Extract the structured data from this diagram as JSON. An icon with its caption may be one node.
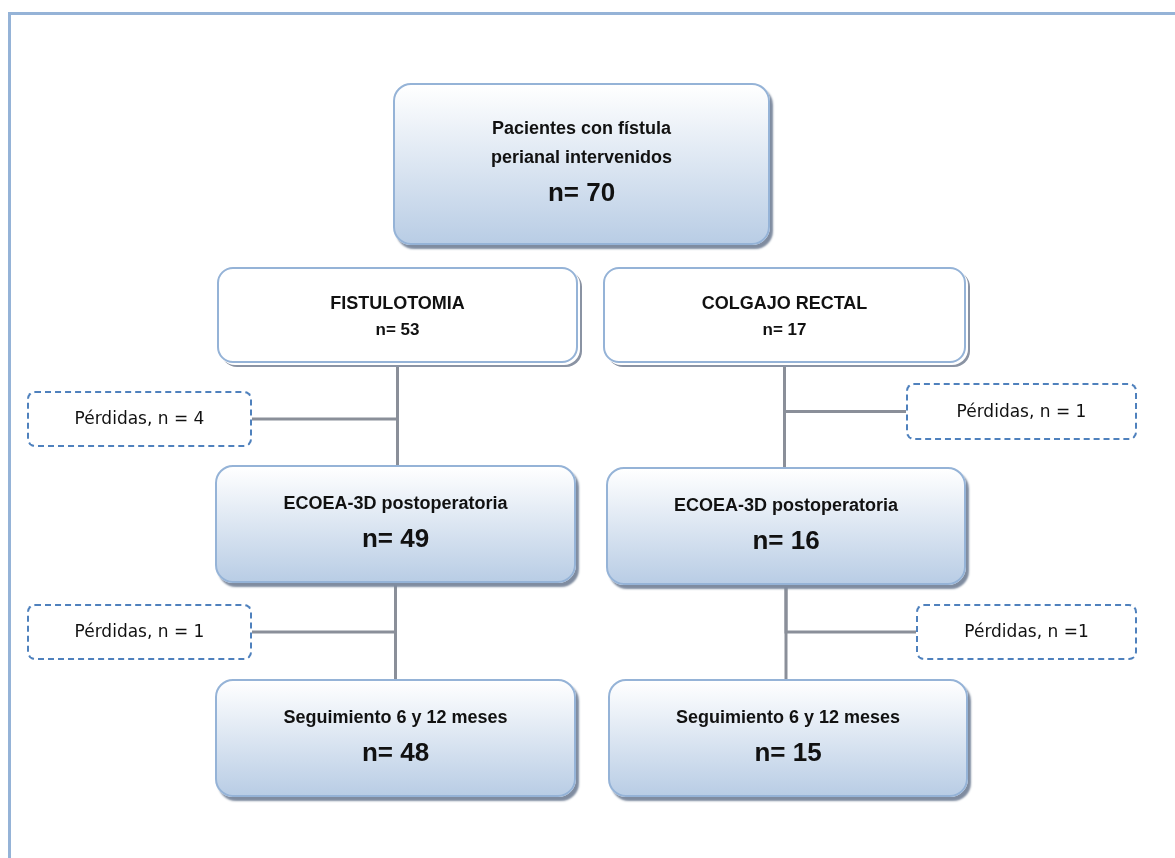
{
  "diagram": {
    "nodes": [
      {
        "text": [
          "Pacientes con fístula perianal intervenidos",
          "n= 70"
        ]
      },
      {
        "text": [
          "FISTULOTOMIA",
          "n= 53"
        ]
      },
      {
        "text": [
          "COLGAJO RECTAL",
          "n= 17"
        ]
      },
      {
        "text": [
          "Pérdidas, n = 4"
        ]
      },
      {
        "text": [
          "Pérdidas, n = 1"
        ]
      },
      {
        "text": [
          "ECOEA-3D postoperatoria",
          "n= 49"
        ]
      },
      {
        "text": [
          "ECOEA-3D postoperatoria",
          "n= 16"
        ]
      },
      {
        "text": [
          "Pérdidas, n = 1"
        ]
      },
      {
        "text": [
          "Pérdidas, n =1"
        ]
      },
      {
        "text": [
          "Seguimiento 6 y 12 meses",
          "n= 48"
        ]
      },
      {
        "text": [
          "Seguimiento 6 y 12 meses",
          "n= 15"
        ]
      }
    ],
    "edges": [
      {
        "from": 1,
        "to": 5,
        "arrow": "none"
      },
      {
        "from": 1,
        "to": 3,
        "arrow": "none"
      },
      {
        "from": 2,
        "to": 6,
        "arrow": "none"
      },
      {
        "from": 2,
        "to": 4,
        "arrow": "none"
      },
      {
        "from": 5,
        "to": 9,
        "arrow": "none"
      },
      {
        "from": 5,
        "to": 7,
        "arrow": "none"
      },
      {
        "from": 6,
        "to": 10,
        "arrow": "none"
      },
      {
        "from": 6,
        "to": 8,
        "arrow": "none"
      }
    ]
  }
}
